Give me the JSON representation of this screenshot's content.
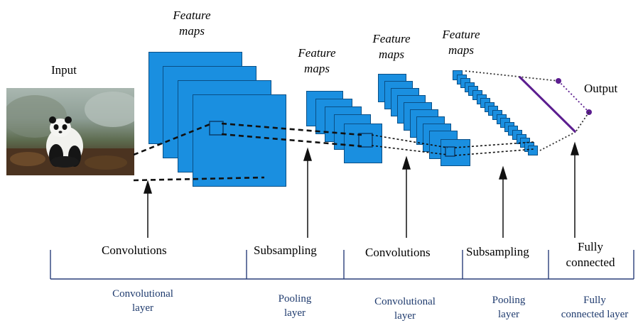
{
  "input_label": "Input",
  "output_label": "Output",
  "feature_maps_title": [
    "Feature",
    "maps"
  ],
  "stages": [
    {
      "operation": "Convolutions",
      "layer": [
        "Convolutional",
        "layer"
      ]
    },
    {
      "operation": "Subsampling",
      "layer": [
        "Pooling",
        "layer"
      ]
    },
    {
      "operation": "Convolutions",
      "layer": [
        "Convolutional",
        "layer"
      ]
    },
    {
      "operation": "Subsampling",
      "layer": [
        "Pooling",
        "layer"
      ]
    },
    {
      "operation": [
        "Fully",
        "connected"
      ],
      "layer": [
        "Fully",
        "connected layer"
      ]
    }
  ],
  "colors": {
    "feature_map_fill": "#1a8fe0",
    "feature_map_edge": "#0a4f86",
    "fully_connected_line": "#5b1d8f",
    "layer_text": "#1f3b6e",
    "bracket_line": "#2a3f7a"
  },
  "icons": [
    "panda-photo",
    "arrow-up-icon"
  ]
}
